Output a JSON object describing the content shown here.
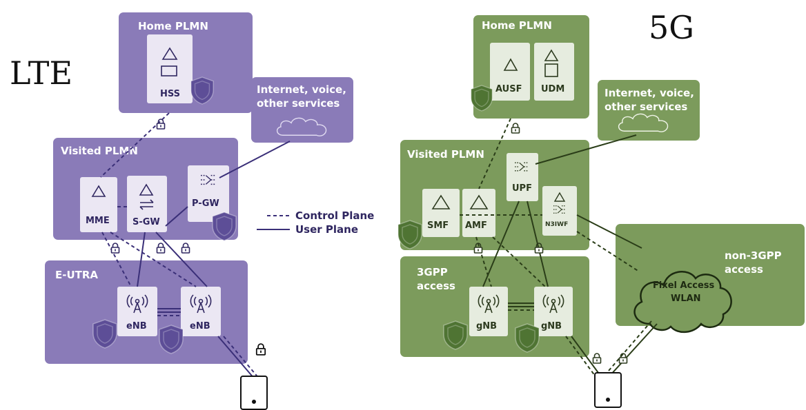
{
  "lte": {
    "heading": "LTE",
    "home_plmn": {
      "title": "Home PLMN",
      "hss": "HSS"
    },
    "services": {
      "line1": "Internet, voice,",
      "line2": "other services"
    },
    "visited_plmn": {
      "title": "Visited PLMN",
      "mme": "MME",
      "sgw": "S-GW",
      "pgw": "P-GW"
    },
    "eutra": {
      "title": "E-UTRA",
      "enb1": "eNB",
      "enb2": "eNB"
    }
  },
  "legend": {
    "control": "Control Plane",
    "user": "User Plane"
  },
  "g5": {
    "heading": "5G",
    "home_plmn": {
      "title": "Home PLMN",
      "ausf": "AUSF",
      "udm": "UDM"
    },
    "services": {
      "line1": "Internet, voice,",
      "line2": "other services"
    },
    "visited_plmn": {
      "title": "Visited PLMN",
      "smf": "SMF",
      "amf": "AMF",
      "upf": "UPF",
      "n3iwf": "N3IWF"
    },
    "access_3gpp": {
      "line1": "3GPP",
      "line2": "access",
      "gnb1": "gNB",
      "gnb2": "gNB"
    },
    "non_3gpp": {
      "line1": "non-3GPP",
      "line2": "access",
      "wlan_line1": "Fixel Access",
      "wlan_line2": "WLAN"
    }
  },
  "colors": {
    "lte_panel": "#8a7bb8",
    "g5_panel": "#7c9b5c",
    "lte_node": "#ebe7f3",
    "g5_node": "#e6ecdf"
  },
  "icons": [
    "triangle-icon",
    "square-icon",
    "shield-icon",
    "lock-icon",
    "antenna-icon",
    "router-icon",
    "cloud-icon",
    "arrows-icon",
    "device-icon"
  ]
}
